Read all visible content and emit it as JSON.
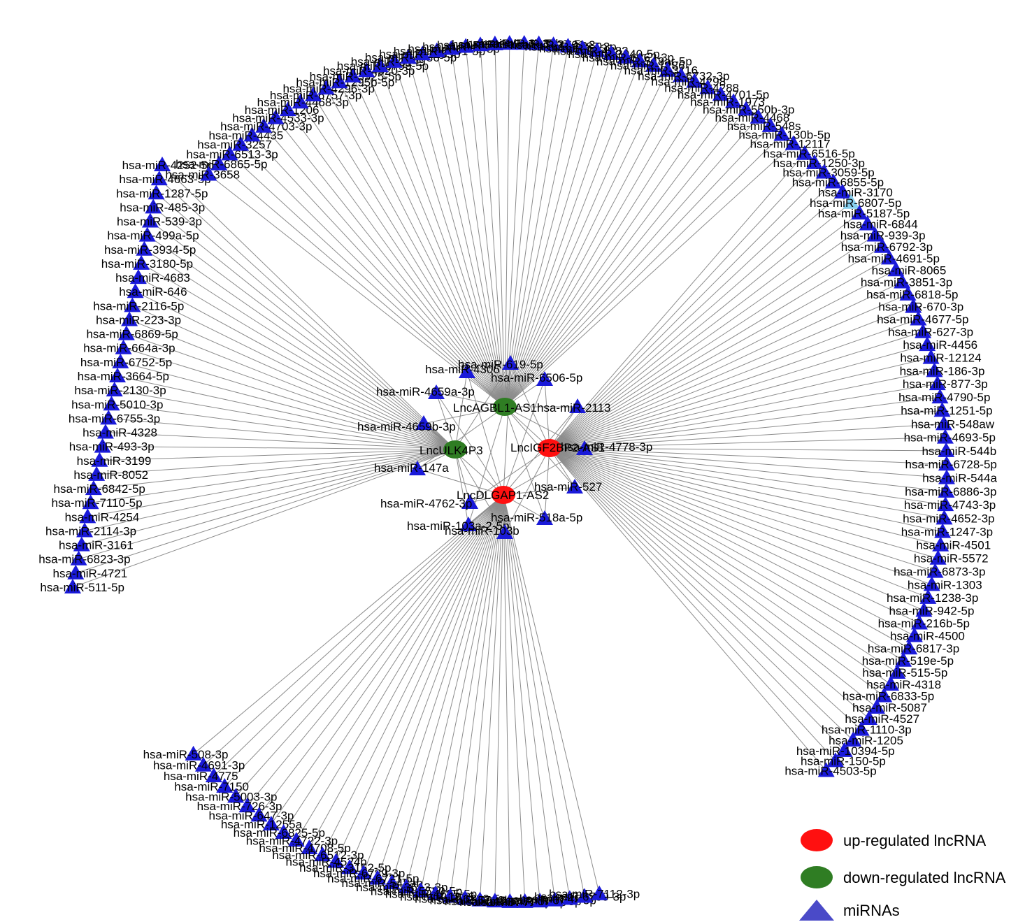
{
  "colors": {
    "edge": "#8c8c8c",
    "mirna": "#1a1ad9",
    "mirna_highlight": "#87cfee",
    "up": "#ff1010",
    "down": "#2f7d23",
    "legend_triangle": "#4a4ac8"
  },
  "legend": {
    "up_label": "up-regulated lncRNA",
    "down_label": "down-regulated lncRNA",
    "mirna_label": "miRNAs"
  },
  "lncrnas": [
    {
      "id": "AGBL1",
      "label": "LncAGBL1-AS1",
      "regulation": "down"
    },
    {
      "id": "ULK4P3",
      "label": "LncULK4P3",
      "regulation": "down"
    },
    {
      "id": "IGF2BP",
      "label": "LncIGF2BP2-AS1",
      "regulation": "up"
    },
    {
      "id": "DLGAP1",
      "label": "LncDLGAP1-AS2",
      "regulation": "up"
    }
  ],
  "shared_mirnas": [
    {
      "label": "hsa-miR-4306",
      "targets": [
        "AGBL1",
        "ULK4P3",
        "IGF2BP",
        "DLGAP1"
      ]
    },
    {
      "label": "hsa-miR-619-5p",
      "targets": [
        "AGBL1",
        "ULK4P3",
        "IGF2BP",
        "DLGAP1"
      ]
    },
    {
      "label": "hsa-miR-6506-5p",
      "targets": [
        "AGBL1",
        "IGF2BP",
        "DLGAP1"
      ]
    },
    {
      "label": "hsa-miR-4659a-3p",
      "targets": [
        "AGBL1",
        "ULK4P3",
        "DLGAP1"
      ]
    },
    {
      "label": "hsa-miR-2113",
      "targets": [
        "AGBL1",
        "IGF2BP",
        "DLGAP1"
      ]
    },
    {
      "label": "hsa-miR-4659b-3p",
      "targets": [
        "ULK4P3",
        "AGBL1",
        "DLGAP1"
      ]
    },
    {
      "label": "hsa-miR-4778-3p",
      "targets": [
        "IGF2BP",
        "AGBL1",
        "DLGAP1"
      ]
    },
    {
      "label": "hsa-miR-147a",
      "targets": [
        "ULK4P3",
        "AGBL1",
        "DLGAP1"
      ]
    },
    {
      "label": "hsa-miR-527",
      "targets": [
        "IGF2BP",
        "DLGAP1",
        "AGBL1"
      ]
    },
    {
      "label": "hsa-miR-4762-3p",
      "targets": [
        "DLGAP1",
        "ULK4P3",
        "IGF2BP"
      ]
    },
    {
      "label": "hsa-miR-518a-5p",
      "targets": [
        "DLGAP1",
        "IGF2BP",
        "AGBL1"
      ]
    },
    {
      "label": "hsa-miR-103a-2-5p",
      "targets": [
        "DLGAP1",
        "ULK4P3",
        "AGBL1"
      ]
    },
    {
      "label": "hsa-miR-103b",
      "targets": [
        "DLGAP1",
        "IGF2BP",
        "ULK4P3"
      ]
    }
  ],
  "groups": {
    "left": {
      "hub": "ULK4P3",
      "mirnas": [
        "hsa-miR-4252-5p",
        "hsa-miR-4663-5p",
        "hsa-miR-1287-5p",
        "hsa-miR-485-3p",
        "hsa-miR-539-3p",
        "hsa-miR-499a-5p",
        "hsa-miR-3934-5p",
        "hsa-miR-3180-5p",
        "hsa-miR-4683",
        "hsa-miR-646",
        "hsa-miR-2116-5p",
        "hsa-miR-223-3p",
        "hsa-miR-6869-5p",
        "hsa-miR-664a-3p",
        "hsa-miR-6752-5p",
        "hsa-miR-3664-5p",
        "hsa-miR-2130-3p",
        "hsa-miR-5010-3p",
        "hsa-miR-6755-3p",
        "hsa-miR-4328",
        "hsa-miR-493-3p",
        "hsa-miR-3199",
        "hsa-miR-8052",
        "hsa-miR-6842-5p",
        "hsa-miR-7110-5p",
        "hsa-miR-4254",
        "hsa-miR-2114-3p",
        "hsa-miR-3161",
        "hsa-miR-6823-3p",
        "hsa-miR-4721",
        "hsa-miR-511-5p"
      ]
    },
    "right": {
      "hub": "IGF2BP",
      "highlight": "hsa-miR-6807-5p",
      "mirnas": [
        "hsa-miR-6516-5p",
        "hsa-miR-1250-3p",
        "hsa-miR-3059-5p",
        "hsa-miR-6855-5p",
        "hsa-miR-3170",
        "hsa-miR-6807-5p",
        "hsa-miR-5187-5p",
        "hsa-miR-6844",
        "hsa-miR-939-3p",
        "hsa-miR-6792-3p",
        "hsa-miR-4691-5p",
        "hsa-miR-8065",
        "hsa-miR-3851-3p",
        "hsa-miR-6818-5p",
        "hsa-miR-670-3p",
        "hsa-miR-4677-5p",
        "hsa-miR-627-3p",
        "hsa-miR-4456",
        "hsa-miR-12124",
        "hsa-miR-186-3p",
        "hsa-miR-877-3p",
        "hsa-miR-4790-5p",
        "hsa-miR-1251-5p",
        "hsa-miR-548aw",
        "hsa-miR-4693-5p",
        "hsa-miR-544b",
        "hsa-miR-6728-5p",
        "hsa-miR-544a",
        "hsa-miR-6886-3p",
        "hsa-miR-4743-3p",
        "hsa-miR-4652-3p",
        "hsa-miR-1247-3p",
        "hsa-miR-4501",
        "hsa-miR-5572",
        "hsa-miR-6873-3p",
        "hsa-miR-1303",
        "hsa-miR-1238-3p",
        "hsa-miR-942-5p",
        "hsa-miR-216b-5p",
        "hsa-miR-4500",
        "hsa-miR-6817-3p",
        "hsa-miR-519e-5p",
        "hsa-miR-515-5p",
        "hsa-miR-4318",
        "hsa-miR-6833-5p",
        "hsa-miR-5087",
        "hsa-miR-4527",
        "hsa-miR-1110-3p",
        "hsa-miR-1205",
        "hsa-miR-10394-5p",
        "hsa-miR-150-5p",
        "hsa-miR-4503-5p"
      ]
    },
    "top": {
      "hub": "AGBL1",
      "mirnas": [
        "hsa-miR-3658",
        "hsa-miR-6865-5p",
        "hsa-miR-6513-3p",
        "hsa-miR-3257",
        "hsa-miR-4435",
        "hsa-miR-4703-3p",
        "hsa-miR-4533-3p",
        "hsa-miR-1206",
        "hsa-miR-4468-3p",
        "hsa-miR-6757-3p",
        "hsa-miR-4296-3p",
        "hsa-miR-1295b-5p",
        "hsa-miR-3925-5p",
        "hsa-miR-4520-3p",
        "hsa-miR-6799-5p",
        "hsa-miR-3149",
        "hsa-miR-4786-5p",
        "hsa-miR-1255b",
        "hsa-miR-6741-5p",
        "hsa-miR-6882-3p",
        "hsa-miR-4729",
        "hsa-miR-5692a",
        "hsa-miR-6858-5p",
        "hsa-miR-3617-5p",
        "hsa-miR-3135b",
        "hsa-miR-3127-5p",
        "hsa-miR-4701-3p",
        "hsa-miR-6887-3p",
        "hsa-miR-6131",
        "hsa-miR-4282",
        "hsa-miR-3940-5p",
        "hsa-miR-6862-3p",
        "hsa-miR-548ar-5p",
        "hsa-miR-1286",
        "hsa-miR-3116",
        "hsa-miR-6732-3p",
        "hsa-miR-4298",
        "hsa-miR-4288",
        "hsa-miR-4701-5p",
        "hsa-miR-1973",
        "hsa-miR-550b-3p",
        "hsa-miR-4468",
        "hsa-miR-548s",
        "hsa-miR-130b-5p",
        "hsa-miR-12117"
      ]
    },
    "bottom": {
      "hub": "DLGAP1",
      "mirnas": [
        "hsa-miR-508-3p",
        "hsa-miR-4691-3p",
        "hsa-miR-4775",
        "hsa-miR-7150",
        "hsa-miR-5003-3p",
        "hsa-miR-726-3p",
        "hsa-miR-647-3p",
        "hsa-miR-1255a",
        "hsa-miR-6825-5p",
        "hsa-miR-4722-3p",
        "hsa-miR-4708-5p",
        "hsa-miR-6512-3p",
        "hsa-miR-4524b",
        "hsa-miR-3152-5p",
        "hsa-miR-6789-3p",
        "hsa-miR-6721-5p",
        "hsa-miR-548ab",
        "hsa-miR-3613-3p",
        "hsa-miR-5580-5p",
        "hsa-miR-4655-5p",
        "hsa-miR-1976",
        "hsa-miR-6839-5p",
        "hsa-miR-5702",
        "hsa-miR-4446-3p",
        "hsa-miR-6747-3p",
        "hsa-miR-7158-3p",
        "hsa-miR-3928-3p",
        "hsa-miR-6794-5p",
        "hsa-miR-4510",
        "hsa-miR-6799-3p",
        "hsa-miR-7112-3p"
      ]
    }
  }
}
